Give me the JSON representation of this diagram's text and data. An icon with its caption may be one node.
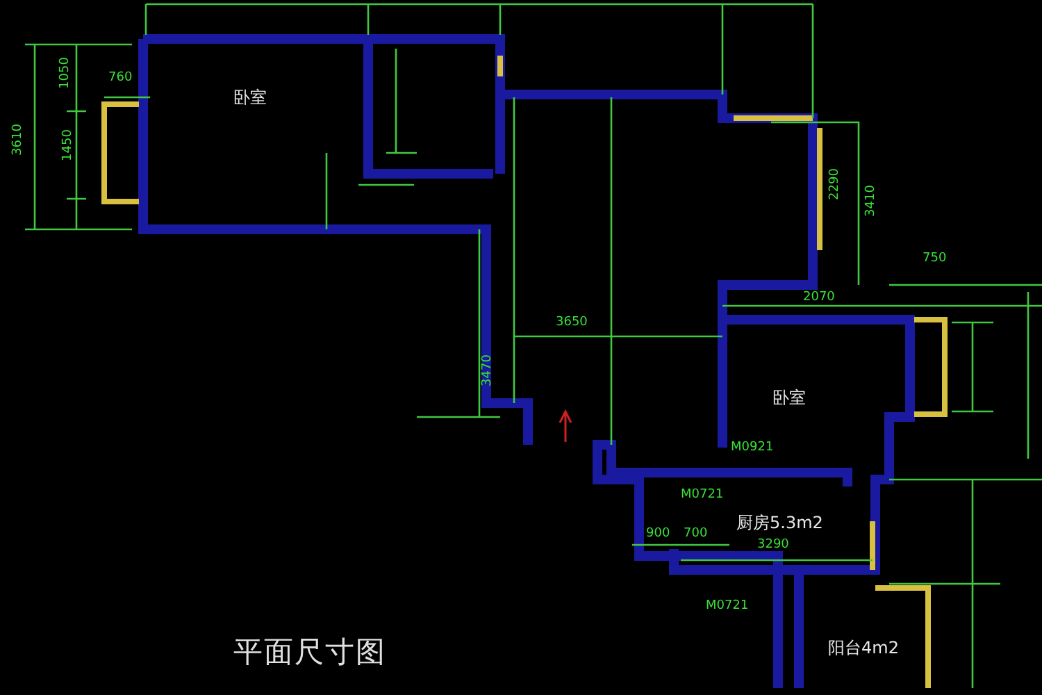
{
  "diagram": {
    "title": "平面尺寸图",
    "labels": [
      "1050",
      "760",
      "卧室",
      "3610",
      "1450",
      "2290",
      "3410",
      "750",
      "2070",
      "3650",
      "3470",
      "卧室",
      "M0921",
      "M0721",
      "900",
      "700",
      "厨房5.3m2",
      "3290",
      "M0721",
      "阳台4m2"
    ]
  }
}
